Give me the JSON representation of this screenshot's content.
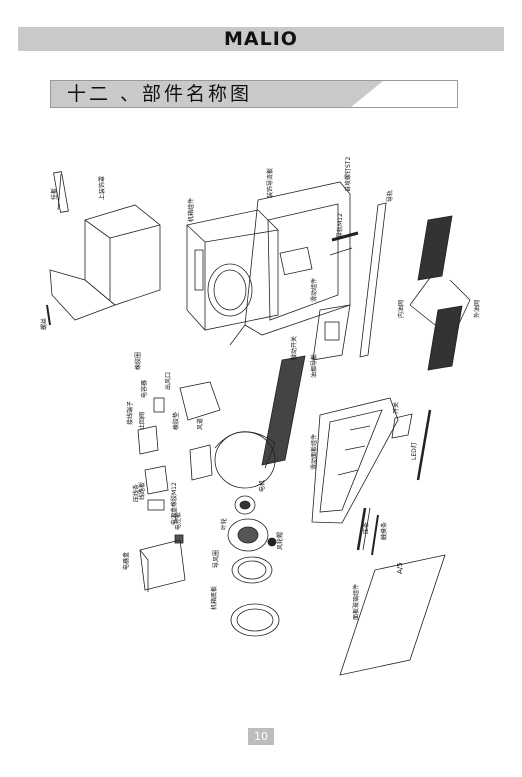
{
  "header": {
    "brand": "MALIO"
  },
  "section": {
    "title": "十二 、部件名称图"
  },
  "parts": {
    "mount_bracket": "挂板",
    "upper_cover": "上装饰罩",
    "screw_top": "螺丝",
    "frame": "机箱组件",
    "deco_strip": "装饰导流板",
    "screw_st": "自攻螺钉ST2",
    "trim_a": "导轨M12",
    "rail": "导轨",
    "inner_filter": "内油网",
    "outer_filter": "外油网",
    "slide_assembly": "滑动组件",
    "travel_switch": "微动开关",
    "oil_guide": "油烟导板",
    "control_board": "电控板",
    "capacitor": "电容器",
    "check_valve": "止回阀",
    "power_ring": "橡胶圈",
    "wiring_clip": "接线端子",
    "air_outlet": "出风口",
    "gasket": "橡胶垫",
    "volute": "风道",
    "motor": "电机",
    "fan_blade": "叶轮",
    "wind_ring": "导风圈",
    "fan_cover": "风轮帽",
    "intake_plate": "机箱底板",
    "line_board": "压线条",
    "switch_box": "线路板",
    "lamp_nut": "电源盒橡胶M12",
    "power_box": "电器盒",
    "slide_panel": "滑动面板组件",
    "light_switch": "开关",
    "led_lamp": "LED灯",
    "clip_strip": "压条",
    "touch_strip": "触摸条",
    "glass_panel": "面板玻璃组件"
  },
  "panel_logo": "A/5",
  "footer": {
    "page_number": "10"
  }
}
